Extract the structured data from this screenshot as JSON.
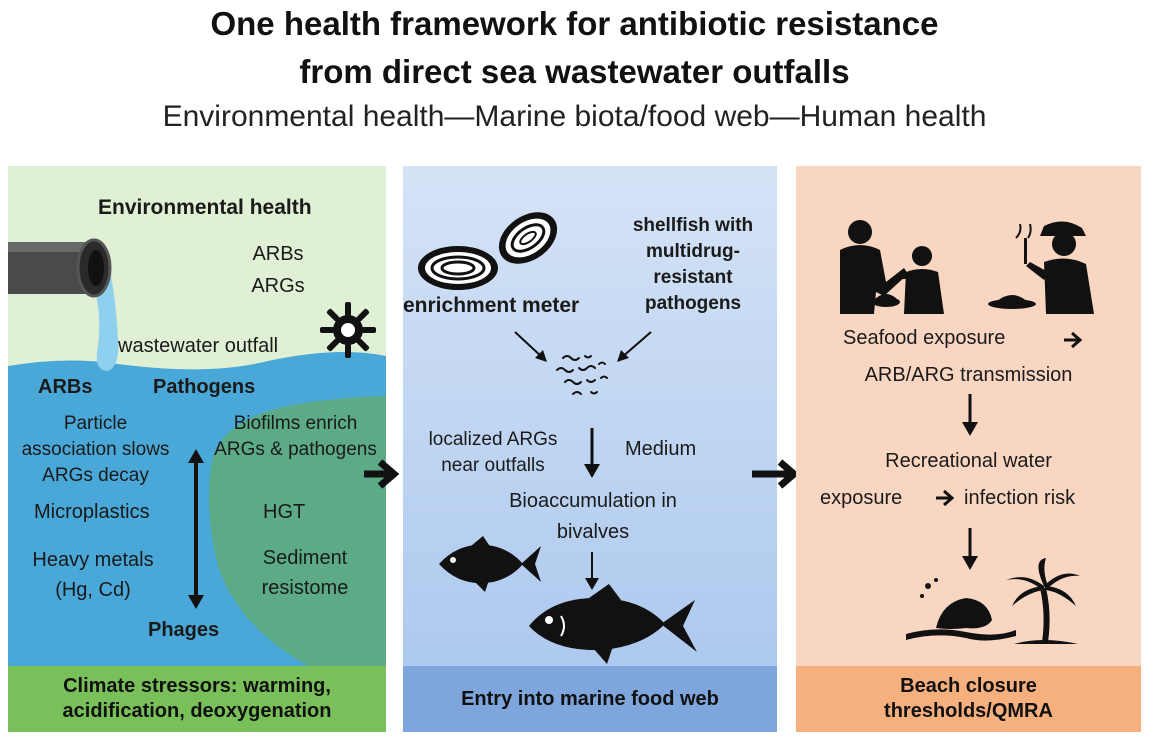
{
  "header": {
    "title_line1": "One health framework for antibiotic resistance",
    "title_line2": "from direct sea wastewater outfalls",
    "subtitle": "Environmental health—Marine biota/food web—Human health"
  },
  "panel_environment": {
    "heading": "Environmental health",
    "args_top_1": "ARBs",
    "args_top_2": "ARGs",
    "outfall": "wastewater outfall",
    "arbs": "ARBs",
    "pathogens": "Pathogens",
    "particle_1": "Particle",
    "particle_2": "association slows",
    "particle_3": "ARGs decay",
    "biofilms_1": "Biofilms enrich",
    "biofilms_2": "ARGs & pathogens",
    "microplastics": "Microplastics",
    "hgt": "HGT",
    "metals_1": "Heavy metals",
    "metals_2": "(Hg, Cd)",
    "sediment_1": "Sediment",
    "sediment_2": "resistome",
    "phages": "Phages",
    "footer_1": "Climate stressors: warming,",
    "footer_2": "acidification, deoxygenation",
    "colors": {
      "sky": "#dff0d5",
      "water": "#4aa8d8",
      "sediment": "#5cab86",
      "footer": "#79c05a"
    }
  },
  "panel_foodweb": {
    "enrichment": "enrichment meter",
    "shellfish_1": "shellfish with",
    "shellfish_2": "multidrug-",
    "shellfish_3": "resistant",
    "shellfish_4": "pathogens",
    "localized_1": "localized ARGs",
    "localized_2": "near outfalls",
    "medium": "Medium",
    "bioacc_1": "Bioaccumulation in",
    "bioacc_2": "bivalves",
    "footer": "Entry into marine food web",
    "colors": {
      "footer": "#7ea5dc"
    }
  },
  "panel_human": {
    "seafood": "Seafood exposure",
    "transmission": "ARB/ARG transmission",
    "recreational": "Recreational water",
    "exposure": "exposure",
    "infection": "infection risk",
    "footer_1": "Beach closure",
    "footer_2": "thresholds/QMRA",
    "colors": {
      "background": "#f9d6c1",
      "footer": "#f5b07e"
    }
  },
  "icons": [
    "pipe-icon",
    "bacterium-icon",
    "oyster-icon",
    "microbe-cluster-icon",
    "fish-icon",
    "salmon-icon",
    "family-eating-icon",
    "person-eating-icon",
    "beach-swimmer-icon",
    "palm-tree-icon"
  ]
}
